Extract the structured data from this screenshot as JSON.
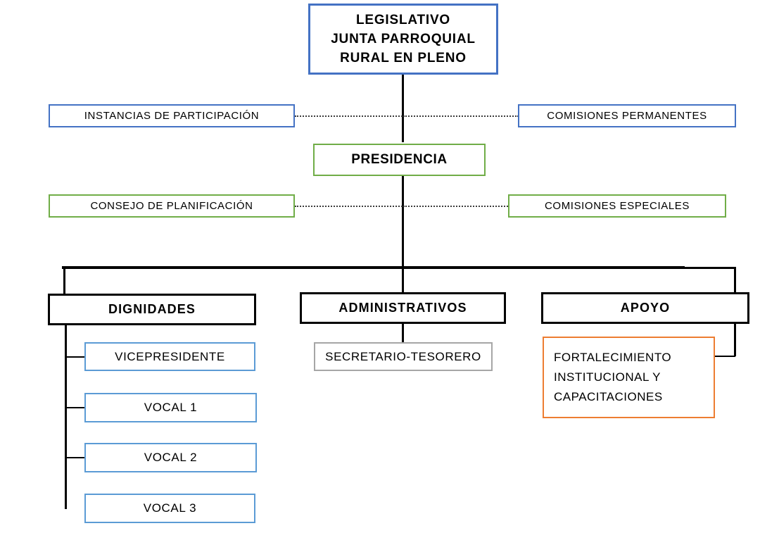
{
  "diagram": {
    "title": "Estructura organica - Junta Parroquial Rural",
    "colors": {
      "blue_dark": "#4472C4",
      "blue_light": "#5B9BD5",
      "green": "#70AD47",
      "gray": "#A6A6A6",
      "orange": "#ED7D31",
      "black": "#000000",
      "background": "#FFFFFF"
    }
  },
  "nodes": {
    "legislativo": {
      "line1": "LEGISLATIVO",
      "line2": "JUNTA PARROQUIAL",
      "line3": "RURAL EN PLENO",
      "border_color": "#4472C4"
    },
    "instancias_participacion": {
      "label": "INSTANCIAS DE PARTICIPACIÓN",
      "border_color": "#4472C4"
    },
    "comisiones_permanentes": {
      "label": "COMISIONES  PERMANENTES",
      "border_color": "#4472C4"
    },
    "presidencia": {
      "label": "PRESIDENCIA",
      "border_color": "#70AD47"
    },
    "consejo_planificacion": {
      "label": "CONSEJO DE PLANIFICACIÓN",
      "border_color": "#70AD47"
    },
    "comisiones_especiales": {
      "label": "COMISIONES  ESPECIALES",
      "border_color": "#70AD47"
    },
    "dignidades": {
      "label": "DIGNIDADES",
      "border_color": "#000000"
    },
    "administrativos": {
      "label": "ADMINISTRATIVOS",
      "border_color": "#000000"
    },
    "apoyo": {
      "label": "APOYO",
      "border_color": "#000000"
    },
    "vicepresidente": {
      "label": "VICEPRESIDENTE",
      "border_color": "#5B9BD5"
    },
    "vocal_1": {
      "label": "VOCAL 1",
      "border_color": "#5B9BD5"
    },
    "vocal_2": {
      "label": "VOCAL 2",
      "border_color": "#5B9BD5"
    },
    "vocal_3": {
      "label": "VOCAL 3",
      "border_color": "#5B9BD5"
    },
    "secretario_tesorero": {
      "label": "SECRETARIO-TESORERO",
      "border_color": "#A6A6A6"
    },
    "fortalecimiento": {
      "line1": "FORTALECIMIENTO",
      "line2": "INSTITUCIONAL   Y",
      "line3": "CAPACITACIONES",
      "border_color": "#ED7D31"
    }
  }
}
